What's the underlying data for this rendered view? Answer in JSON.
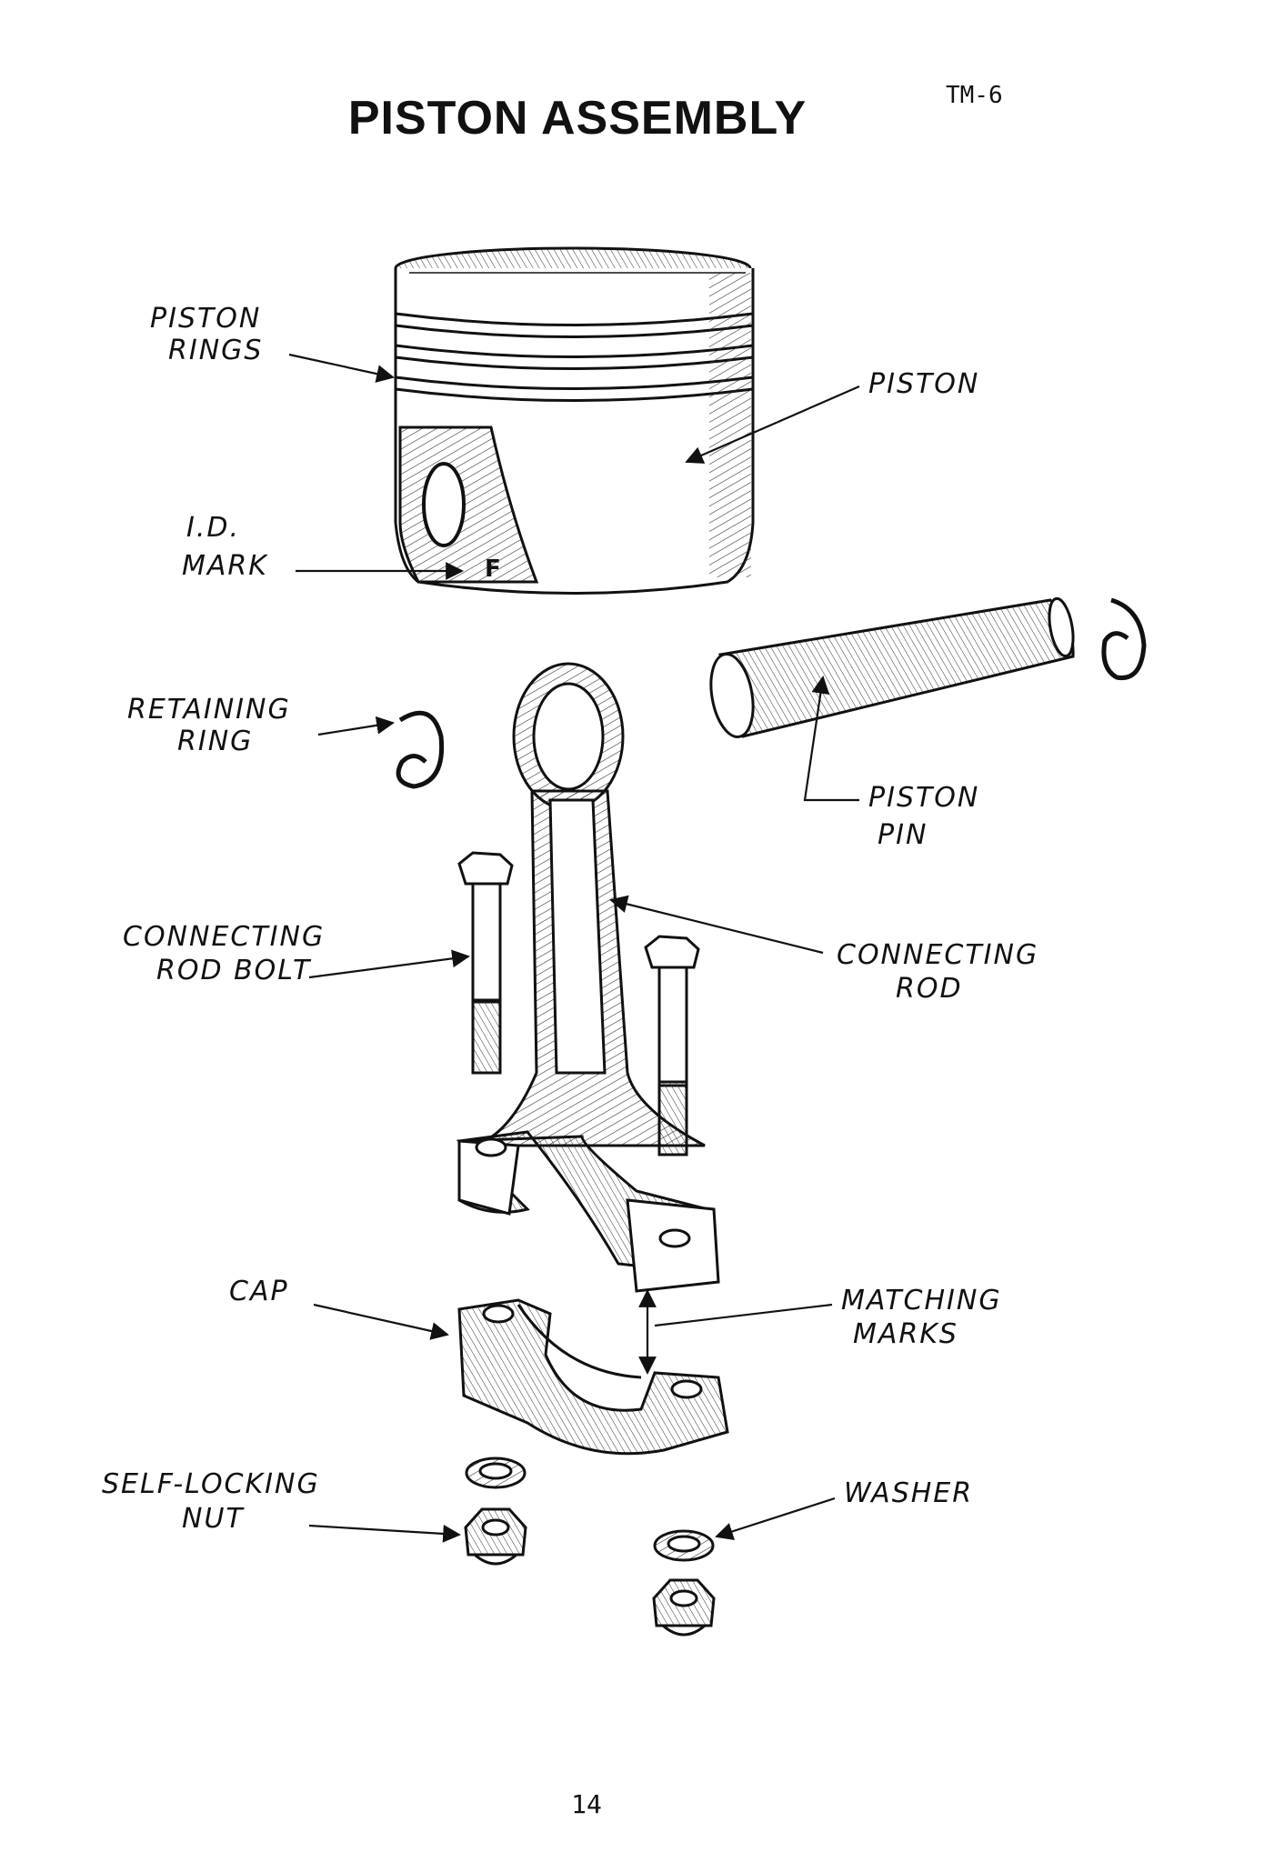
{
  "page": {
    "title": "PISTON ASSEMBLY",
    "code": "TM-6",
    "page_number": "14"
  },
  "labels": {
    "piston_rings": [
      "PISTON",
      "RINGS"
    ],
    "piston": [
      "PISTON"
    ],
    "id_mark": [
      "I.D.",
      "MARK"
    ],
    "id_mark_letter": "F",
    "retaining_ring": [
      "RETAINING",
      "RING"
    ],
    "piston_pin": [
      "PISTON",
      "PIN"
    ],
    "connecting_rod_bolt": [
      "CONNECTING",
      "ROD BOLT"
    ],
    "connecting_rod": [
      "CONNECTING",
      "ROD"
    ],
    "cap": [
      "CAP"
    ],
    "matching_marks": [
      "MATCHING",
      "MARKS"
    ],
    "self_locking_nut": [
      "SELF-LOCKING",
      "NUT"
    ],
    "washer": [
      "WASHER"
    ]
  }
}
